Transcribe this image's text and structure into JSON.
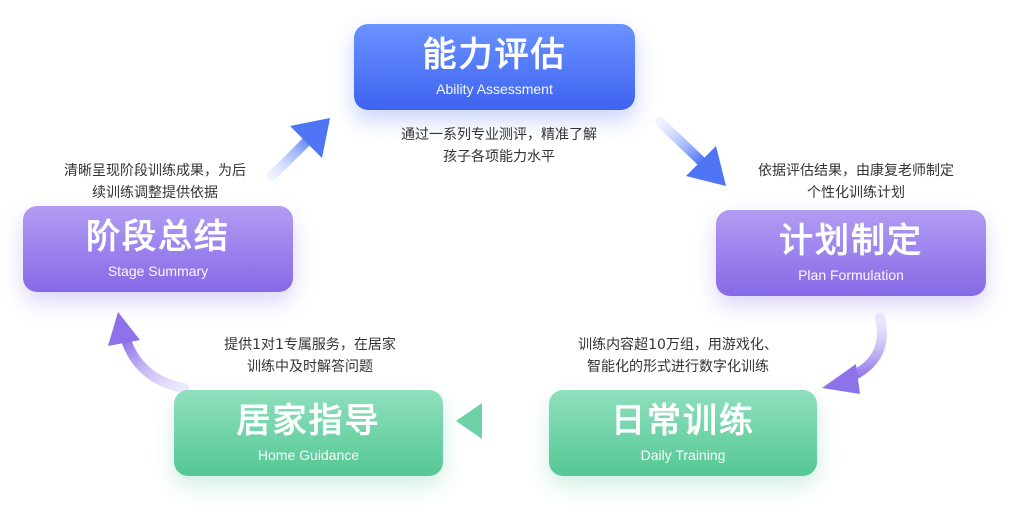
{
  "steps": {
    "assessment": {
      "title": "能力评估",
      "subtitle": "Ability Assessment"
    },
    "plan": {
      "title": "计划制定",
      "subtitle": "Plan Formulation"
    },
    "training": {
      "title": "日常训练",
      "subtitle": "Daily Training"
    },
    "home": {
      "title": "居家指导",
      "subtitle": "Home Guidance"
    },
    "summary": {
      "title": "阶段总结",
      "subtitle": "Stage Summary"
    }
  },
  "descriptions": {
    "assessment": [
      "通过一系列专业测评，精准了解",
      "孩子各项能力水平"
    ],
    "plan": [
      "依据评估结果，由康复老师制定",
      "个性化训练计划"
    ],
    "training": [
      "训练内容超10万组，用游戏化、",
      "智能化的形式进行数字化训练"
    ],
    "home": [
      "提供1对1专属服务，在居家",
      "训练中及时解答问题"
    ],
    "summary": [
      "清晰呈现阶段训练成果，为后",
      "续训练调整提供依据"
    ]
  },
  "colors": {
    "blue": "#4a6cf0",
    "purple": "#8669e6",
    "green": "#55c795"
  }
}
